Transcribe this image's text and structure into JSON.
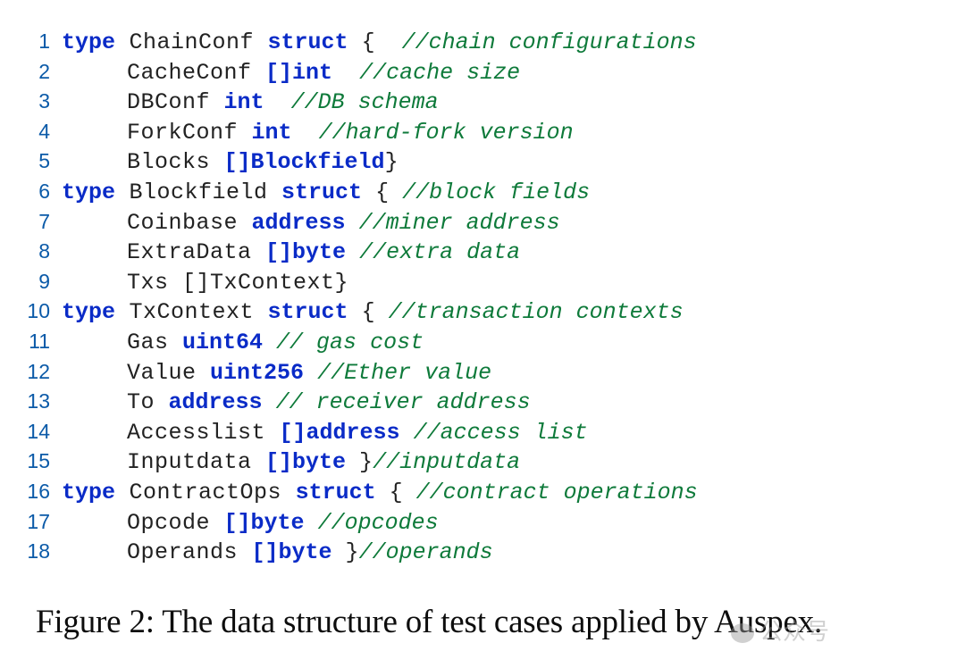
{
  "code_lines": [
    {
      "num": "1",
      "tokens": [
        {
          "t": "type",
          "c": "kw"
        },
        {
          "t": " ChainConf ",
          "c": "ident"
        },
        {
          "t": "struct",
          "c": "kw"
        },
        {
          "t": " {  ",
          "c": "punct"
        },
        {
          "t": "//chain configurations",
          "c": "comment"
        }
      ]
    },
    {
      "num": "2",
      "indent": true,
      "tokens": [
        {
          "t": "CacheConf ",
          "c": "ident"
        },
        {
          "t": "[]int",
          "c": "kw"
        },
        {
          "t": "  ",
          "c": "punct"
        },
        {
          "t": "//cache size",
          "c": "comment"
        }
      ]
    },
    {
      "num": "3",
      "indent": true,
      "tokens": [
        {
          "t": "DBConf ",
          "c": "ident"
        },
        {
          "t": "int",
          "c": "kw"
        },
        {
          "t": "  ",
          "c": "punct"
        },
        {
          "t": "//DB schema",
          "c": "comment"
        }
      ]
    },
    {
      "num": "4",
      "indent": true,
      "tokens": [
        {
          "t": "ForkConf ",
          "c": "ident"
        },
        {
          "t": "int",
          "c": "kw"
        },
        {
          "t": "  ",
          "c": "punct"
        },
        {
          "t": "//hard-fork version",
          "c": "comment"
        }
      ]
    },
    {
      "num": "5",
      "indent": true,
      "tokens": [
        {
          "t": "Blocks ",
          "c": "ident"
        },
        {
          "t": "[]Blockfield",
          "c": "kw"
        },
        {
          "t": "}",
          "c": "punct"
        }
      ]
    },
    {
      "num": "6",
      "tokens": [
        {
          "t": "type",
          "c": "kw"
        },
        {
          "t": " Blockfield ",
          "c": "ident"
        },
        {
          "t": "struct",
          "c": "kw"
        },
        {
          "t": " { ",
          "c": "punct"
        },
        {
          "t": "//block fields",
          "c": "comment"
        }
      ]
    },
    {
      "num": "7",
      "indent": true,
      "tokens": [
        {
          "t": "Coinbase ",
          "c": "ident"
        },
        {
          "t": "address",
          "c": "kw"
        },
        {
          "t": " ",
          "c": "punct"
        },
        {
          "t": "//miner address",
          "c": "comment"
        }
      ]
    },
    {
      "num": "8",
      "indent": true,
      "tokens": [
        {
          "t": "ExtraData ",
          "c": "ident"
        },
        {
          "t": "[]byte",
          "c": "kw"
        },
        {
          "t": " ",
          "c": "punct"
        },
        {
          "t": "//extra data",
          "c": "comment"
        }
      ]
    },
    {
      "num": "9",
      "indent": true,
      "tokens": [
        {
          "t": "Txs []TxContext}",
          "c": "ident"
        }
      ]
    },
    {
      "num": "10",
      "tokens": [
        {
          "t": "type",
          "c": "kw"
        },
        {
          "t": " TxContext ",
          "c": "ident"
        },
        {
          "t": "struct",
          "c": "kw"
        },
        {
          "t": " { ",
          "c": "punct"
        },
        {
          "t": "//transaction contexts",
          "c": "comment"
        }
      ]
    },
    {
      "num": "11",
      "indent": true,
      "tokens": [
        {
          "t": "Gas ",
          "c": "ident"
        },
        {
          "t": "uint64",
          "c": "kw"
        },
        {
          "t": " ",
          "c": "punct"
        },
        {
          "t": "// gas cost",
          "c": "comment"
        }
      ]
    },
    {
      "num": "12",
      "indent": true,
      "tokens": [
        {
          "t": "Value ",
          "c": "ident"
        },
        {
          "t": "uint256",
          "c": "kw"
        },
        {
          "t": " ",
          "c": "punct"
        },
        {
          "t": "//Ether value",
          "c": "comment"
        }
      ]
    },
    {
      "num": "13",
      "indent": true,
      "tokens": [
        {
          "t": "To ",
          "c": "ident"
        },
        {
          "t": "address",
          "c": "kw"
        },
        {
          "t": " ",
          "c": "punct"
        },
        {
          "t": "// receiver address",
          "c": "comment"
        }
      ]
    },
    {
      "num": "14",
      "indent": true,
      "tokens": [
        {
          "t": "Accesslist ",
          "c": "ident"
        },
        {
          "t": "[]address",
          "c": "kw"
        },
        {
          "t": " ",
          "c": "punct"
        },
        {
          "t": "//access list",
          "c": "comment"
        }
      ]
    },
    {
      "num": "15",
      "indent": true,
      "tokens": [
        {
          "t": "Inputdata ",
          "c": "ident"
        },
        {
          "t": "[]byte",
          "c": "kw"
        },
        {
          "t": " }",
          "c": "punct"
        },
        {
          "t": "//inputdata",
          "c": "comment"
        }
      ]
    },
    {
      "num": "16",
      "tokens": [
        {
          "t": "type",
          "c": "kw"
        },
        {
          "t": " ContractOps ",
          "c": "ident"
        },
        {
          "t": "struct",
          "c": "kw"
        },
        {
          "t": " { ",
          "c": "punct"
        },
        {
          "t": "//contract operations",
          "c": "comment"
        }
      ]
    },
    {
      "num": "17",
      "indent": true,
      "tokens": [
        {
          "t": "Opcode ",
          "c": "ident"
        },
        {
          "t": "[]byte",
          "c": "kw"
        },
        {
          "t": " ",
          "c": "punct"
        },
        {
          "t": "//opcodes",
          "c": "comment"
        }
      ]
    },
    {
      "num": "18",
      "indent": true,
      "tokens": [
        {
          "t": "Operands ",
          "c": "ident"
        },
        {
          "t": "[]byte",
          "c": "kw"
        },
        {
          "t": " }",
          "c": "punct"
        },
        {
          "t": "//operands",
          "c": "comment"
        }
      ]
    }
  ],
  "caption": "Figure 2: The data structure of test cases applied by Auspex.",
  "watermark": "公众号",
  "colors": {
    "keyword": "#0a2bc7",
    "comment": "#0e7a3a",
    "line_number": "#0b5aa8",
    "text": "#222222"
  }
}
